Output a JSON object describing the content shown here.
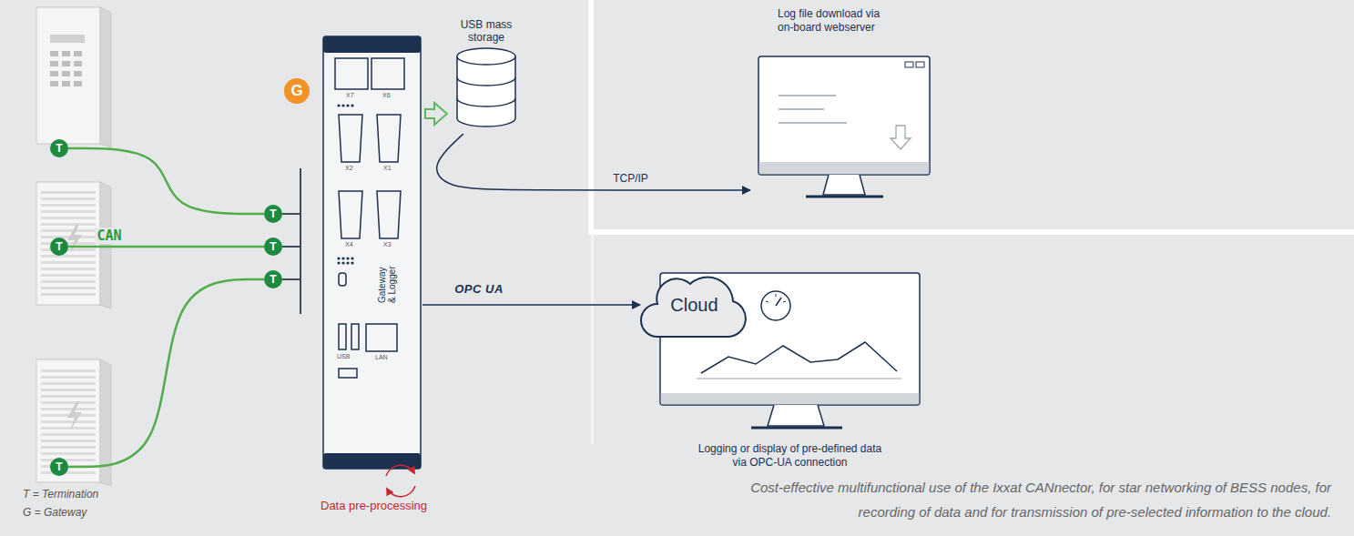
{
  "diagram": {
    "caption": "Cost-effective multifunctional use of the Ixxat CANnector, for star networking of BESS nodes, for recording of data and for transmission of pre-selected information to the cloud.",
    "nodes": [
      {
        "text": [
          "T"
        ]
      },
      {
        "text": [
          "T"
        ]
      },
      {
        "text": [
          "T"
        ]
      },
      {
        "text": [
          "T"
        ]
      },
      {
        "text": [
          "T"
        ]
      },
      {
        "text": [
          "T"
        ]
      },
      {
        "text": [
          "G"
        ]
      },
      {
        "text": [
          "Gateway & Logger"
        ]
      },
      {
        "text": [
          "USB mass storage"
        ]
      },
      {
        "text": [
          "Log file download via on-board webserver"
        ]
      },
      {
        "text": [
          "Cloud"
        ]
      },
      {
        "text": [
          "Logging or display of pre-defined data via OPC-UA connection"
        ]
      }
    ],
    "edges": [
      {
        "from": 0,
        "to": 1,
        "arrow": "none"
      },
      {
        "from": 2,
        "to": 3,
        "arrow": "none",
        "label": "CAN"
      },
      {
        "from": 4,
        "to": 5,
        "arrow": "none"
      },
      {
        "from": 7,
        "to": 8,
        "arrow": "to"
      },
      {
        "from": 8,
        "to": 9,
        "arrow": "to",
        "label": "TCP/IP"
      },
      {
        "from": 7,
        "to": 10,
        "arrow": "to",
        "label": "OPC UA"
      }
    ],
    "labels": [
      "X7",
      "X6",
      "X2",
      "X1",
      "X4",
      "X3",
      "USB",
      "LAN",
      "Data pre-processing",
      "T = Termination",
      "G = Gateway"
    ]
  }
}
